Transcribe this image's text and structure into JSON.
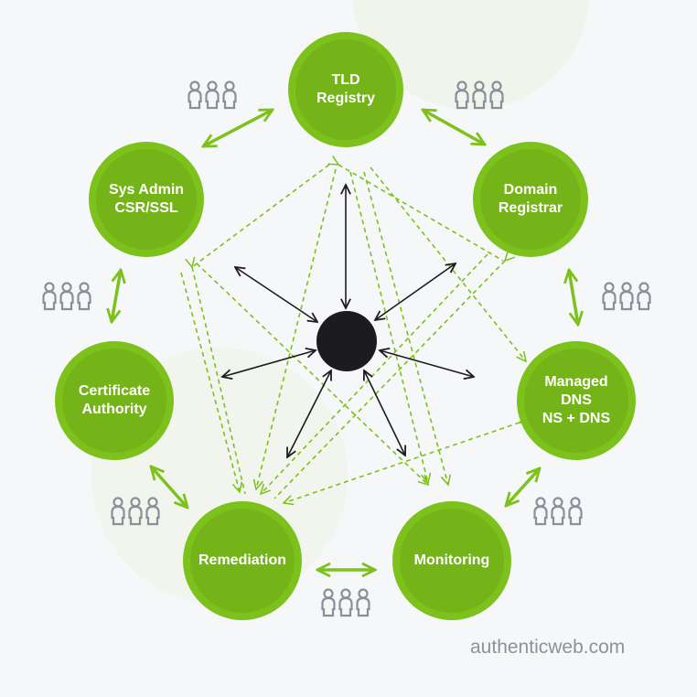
{
  "nodes": [
    {
      "id": "tld",
      "label": "TLD Registry",
      "lines": [
        "TLD",
        "Registry"
      ]
    },
    {
      "id": "registrar",
      "label": "Domain Registrar",
      "lines": [
        "Domain",
        "Registrar"
      ]
    },
    {
      "id": "dns",
      "label": "Managed DNS NS + DNS",
      "lines": [
        "Managed",
        "DNS",
        "NS + DNS"
      ]
    },
    {
      "id": "monitoring",
      "label": "Monitoring",
      "lines": [
        "Monitoring"
      ]
    },
    {
      "id": "remediation",
      "label": "Remediation",
      "lines": [
        "Remediation"
      ]
    },
    {
      "id": "ca",
      "label": "Certificate Authority",
      "lines": [
        "Certificate",
        "Authority"
      ]
    },
    {
      "id": "sysadmin",
      "label": "Sys Admin CSR/SSL",
      "lines": [
        "Sys Admin",
        "CSR/SSL"
      ]
    }
  ],
  "footer": {
    "text": "authenticweb.com"
  },
  "colors": {
    "green": "#7dc11c",
    "green_inner": "#74b418",
    "hub": "#1c1c1e",
    "people": "#8a9099",
    "background": "#f6f7f9"
  },
  "icons": {
    "people": "people-group-icon"
  }
}
